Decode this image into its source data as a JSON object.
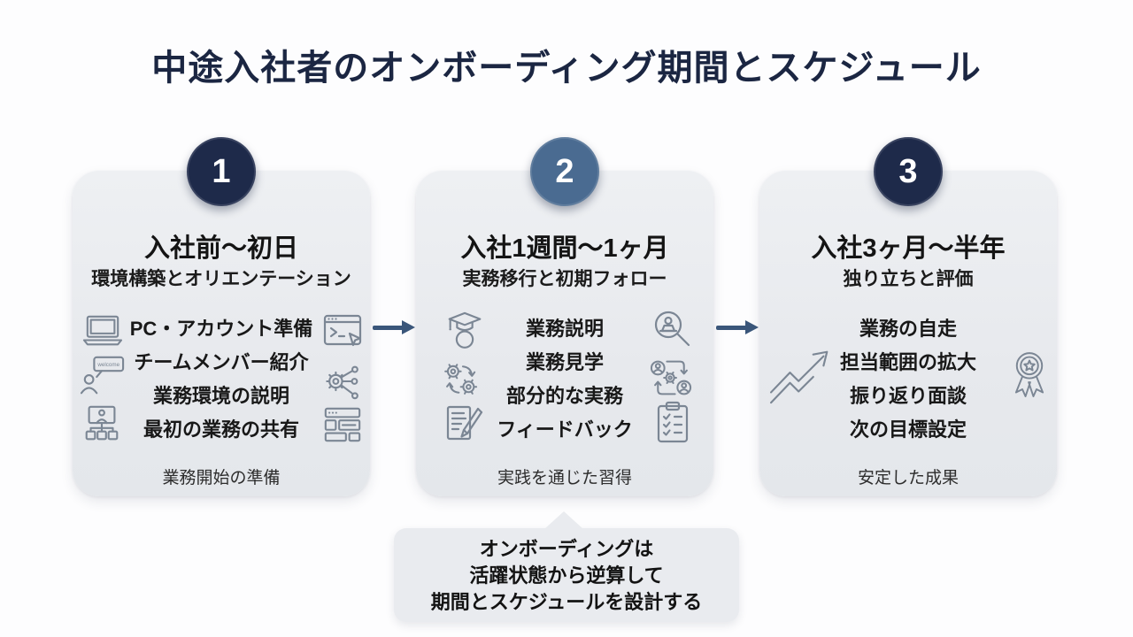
{
  "page_title": "中途入社者のオンボーディング期間とスケジュール",
  "colors": {
    "title_navy": "#1b2642",
    "badge_dark_navy": "#1e2a4a",
    "badge_steel_blue": "#4a6b91",
    "card_background": "#e9ebef",
    "arrow_blue": "#3a567a",
    "icon_gray": "#7b8694"
  },
  "steps": [
    {
      "number": "1",
      "badge_color": "#1e2a4a",
      "title": "入社前〜初日",
      "subtitle": "環境構築とオリエンテーション",
      "items": [
        "PC・アカウント準備",
        "チームメンバー紹介",
        "業務環境の説明",
        "最初の業務の共有"
      ],
      "footer": "業務開始の準備",
      "welcome_bubble_text": "welcome",
      "left_icons": [
        "laptop-icon",
        "welcome-chat-icon",
        "org-chart-icon"
      ],
      "right_icons": [
        "terminal-window-icon",
        "gear-network-icon",
        "browser-layout-icon"
      ]
    },
    {
      "number": "2",
      "badge_color": "#4a6b91",
      "title": "入社1週間〜1ヶ月",
      "subtitle": "実務移行と初期フォロー",
      "items": [
        "業務説明",
        "業務見学",
        "部分的な実務",
        "フィードバック"
      ],
      "footer": "実践を通じた習得",
      "left_icons": [
        "graduate-head-icon",
        "gears-exchange-icon",
        "document-pencil-icon"
      ],
      "right_icons": [
        "magnifier-person-icon",
        "people-rotation-icon",
        "clipboard-checklist-icon"
      ]
    },
    {
      "number": "3",
      "badge_color": "#1e2a4a",
      "title": "入社3ヶ月〜半年",
      "subtitle": "独り立ちと評価",
      "items": [
        "業務の自走",
        "担当範囲の拡大",
        "振り返り面談",
        "次の目標設定"
      ],
      "footer": "安定した成果",
      "left_icons": [
        "trend-up-arrow-icon"
      ],
      "right_icons": [
        "award-ribbon-icon"
      ]
    }
  ],
  "callout": {
    "lines": [
      "オンボーディングは",
      "活躍状態から逆算して",
      "期間とスケジュールを設計する"
    ]
  }
}
